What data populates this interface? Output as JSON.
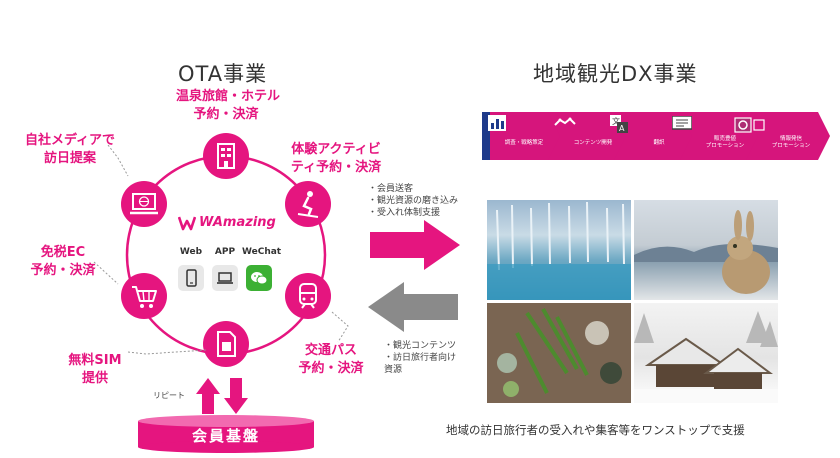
{
  "ota": {
    "title": "OTA事業",
    "nodes": {
      "hotel": [
        "温泉旅館・ホテル",
        "予約・決済"
      ],
      "activity": [
        "体験アクティビ",
        "ティ予約・決済"
      ],
      "media": [
        "自社メディアで",
        "訪日提案"
      ],
      "tax_free": [
        "免税EC",
        "予約・決済"
      ],
      "sim": [
        "無料SIM",
        "提供"
      ],
      "transport": [
        "交通パス",
        "予約・決済"
      ]
    },
    "brand": "WAmazing",
    "channels": [
      "Web",
      "APP",
      "WeChat"
    ],
    "repeat_label": "リピート",
    "member_base": "会員基盤"
  },
  "dx": {
    "title": "地域観光DX事業",
    "steps": [
      [
        "調査・戦略策定"
      ],
      [
        "コンテンツ開発"
      ],
      [
        "翻訳"
      ],
      [
        "販売豊値",
        "プロモーション"
      ],
      [
        "情報発信",
        "プロモーション"
      ]
    ],
    "caption": "地域の訪日旅行者の受入れや集客等をワンストップで支援"
  },
  "flows": {
    "right": [
      "・会員送客",
      "・観光資源の磨き込み",
      "・受入れ体制支援"
    ],
    "left": [
      "・観光コンテンツ",
      "・訪日旅行者向け",
      "資源"
    ]
  },
  "colors": {
    "accent": "#e5157f",
    "arrow_gray": "#8a8a8a",
    "dx_blue": "#1e3a8a"
  }
}
